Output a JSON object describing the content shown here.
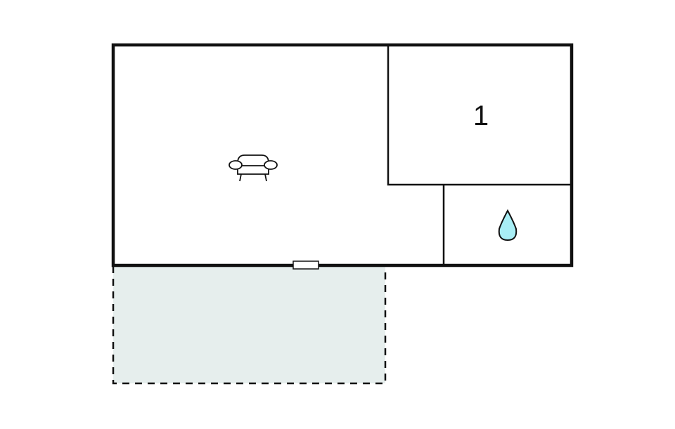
{
  "diagram": {
    "type": "floor-plan",
    "colors": {
      "wall": "#111111",
      "terrace_fill": "#e6eeed",
      "water_fill": "#a8eef5",
      "background": "#ffffff"
    },
    "rooms": [
      {
        "id": "living",
        "icon": "armchair-icon",
        "label": ""
      },
      {
        "id": "bedroom",
        "icon": "",
        "label": "1"
      },
      {
        "id": "bathroom",
        "icon": "water-drop-icon",
        "label": ""
      }
    ],
    "terrace": {
      "style": "dashed",
      "label": ""
    },
    "door": {
      "position": "bottom-wall"
    }
  }
}
